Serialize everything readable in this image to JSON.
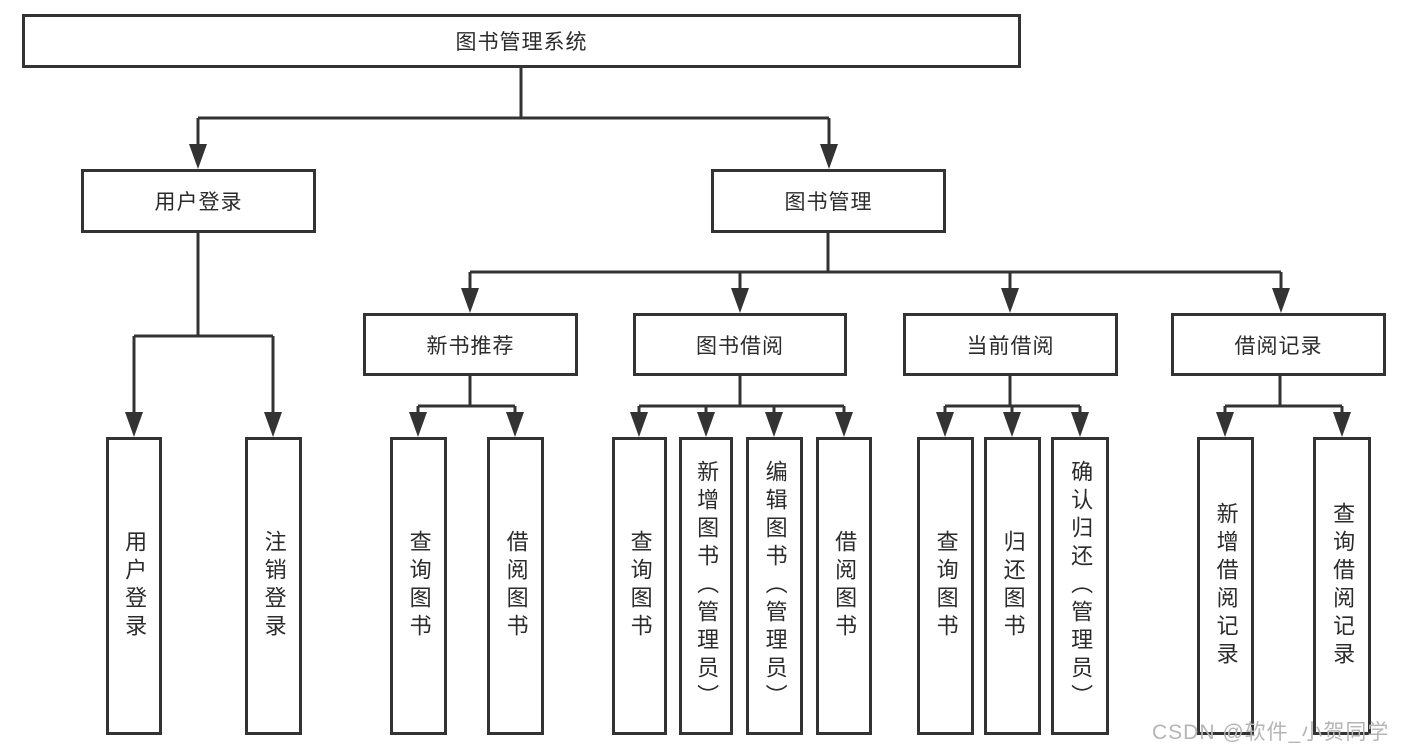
{
  "diagram": {
    "title": "图书管理系统",
    "nodes": {
      "root": "图书管理系统",
      "user_login": "用户登录",
      "book_mgmt": "图书管理",
      "new_book_rec": "新书推荐",
      "book_borrow": "图书借阅",
      "current_borrow": "当前借阅",
      "borrow_records": "借阅记录",
      "leaf_user_login": "用户登录",
      "leaf_logout": "注销登录",
      "leaf_query_book_1": "查询图书",
      "leaf_borrow_book_1": "借阅图书",
      "leaf_query_book_2": "查询图书",
      "leaf_add_book": "新增图书（管理员）",
      "leaf_edit_book": "编辑图书（管理员）",
      "leaf_borrow_book_2": "借阅图书",
      "leaf_query_book_3": "查询图书",
      "leaf_return_book": "归还图书",
      "leaf_confirm_return": "确认归还（管理员）",
      "leaf_add_borrow_record": "新增借阅记录",
      "leaf_query_borrow_record": "查询借阅记录"
    },
    "hierarchy": {
      "root": [
        "user_login",
        "book_mgmt"
      ],
      "user_login": [
        "leaf_user_login",
        "leaf_logout"
      ],
      "book_mgmt": [
        "new_book_rec",
        "book_borrow",
        "current_borrow",
        "borrow_records"
      ],
      "new_book_rec": [
        "leaf_query_book_1",
        "leaf_borrow_book_1"
      ],
      "book_borrow": [
        "leaf_query_book_2",
        "leaf_add_book",
        "leaf_edit_book",
        "leaf_borrow_book_2"
      ],
      "current_borrow": [
        "leaf_query_book_3",
        "leaf_return_book",
        "leaf_confirm_return"
      ],
      "borrow_records": [
        "leaf_add_borrow_record",
        "leaf_query_borrow_record"
      ]
    }
  },
  "watermark": {
    "text": "CSDN @软件_小贺同学"
  },
  "colors": {
    "background": "#ffffff",
    "line": "#333333",
    "text": "#2b2b2b",
    "watermark": "#b5b5b5"
  }
}
